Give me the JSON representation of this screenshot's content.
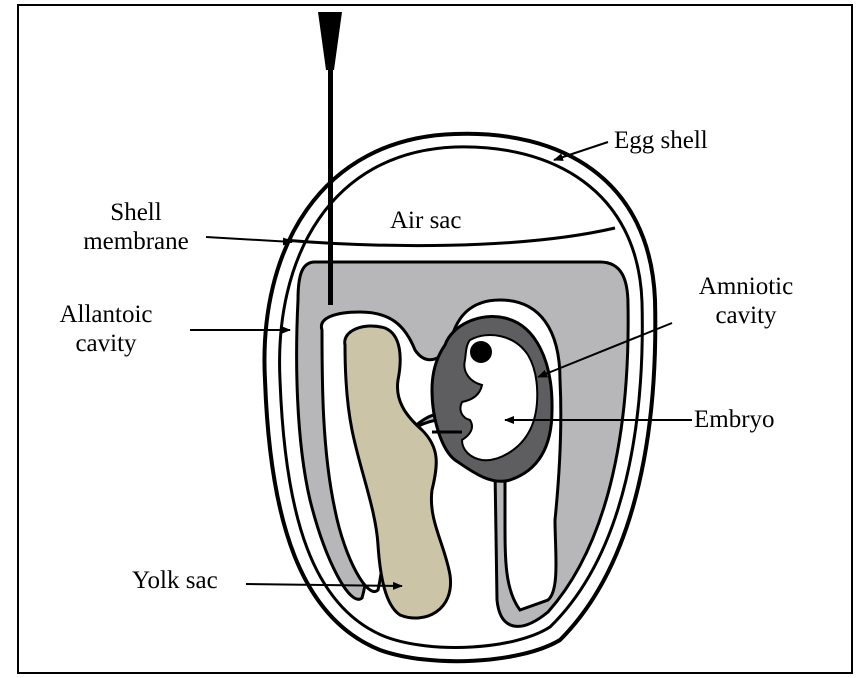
{
  "figure": {
    "colors": {
      "outline": "#000000",
      "background": "#ffffff",
      "allantoic_fill": "#b7b7b9",
      "amniotic_fill": "#5e5e60",
      "yolk_fill": "#ccc4a6",
      "embryo_fill": "#ffffff"
    },
    "icons": [
      "needle-icon",
      "arrow-icon"
    ]
  },
  "labels": {
    "egg_shell": "Egg shell",
    "air_sac": "Air sac",
    "shell_membrane_line1": "Shell",
    "shell_membrane_line2": "membrane",
    "allantoic_line1": "Allantoic",
    "allantoic_line2": "cavity",
    "amniotic_line1": "Amniotic",
    "amniotic_line2": "cavity",
    "embryo": "Embryo",
    "yolk_sac": "Yolk sac"
  }
}
